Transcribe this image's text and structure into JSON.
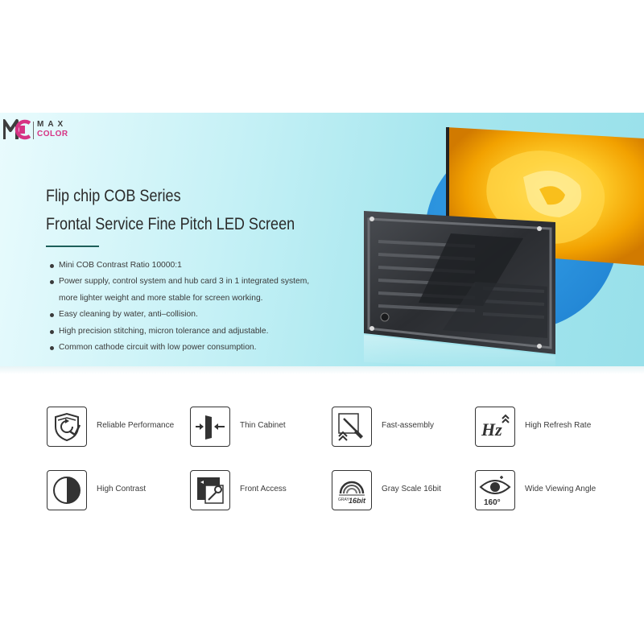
{
  "brand": {
    "mark": "MC",
    "line1": "MAX",
    "line2": "COLOR"
  },
  "hero": {
    "title_line1": "Flip chip COB Series",
    "title_line2": "Frontal Service Fine Pitch LED Screen",
    "features": [
      {
        "text": "Mini COB Contrast Ratio 10000:1"
      },
      {
        "text": "Power supply, control system and hub card 3 in 1 integrated system,",
        "cont": "more lighter weight and more stable for screen working."
      },
      {
        "text": "Easy cleaning by water, anti–collision."
      },
      {
        "text": "High precision stitching, micron tolerance and adjustable."
      },
      {
        "text": "Common cathode circuit with low power consumption."
      }
    ]
  },
  "icons": [
    {
      "name": "reliable-performance",
      "label": "Reliable Performance",
      "icon": "shield-refresh-icon"
    },
    {
      "name": "thin-cabinet",
      "label": "Thin Cabinet",
      "icon": "thin-cabinet-icon"
    },
    {
      "name": "fast-assembly",
      "label": "Fast-assembly",
      "icon": "screwdriver-icon"
    },
    {
      "name": "high-refresh-rate",
      "label": "High Refresh Rate",
      "icon": "hz-icon",
      "glyph": "Hz"
    },
    {
      "name": "high-contrast",
      "label": "High Contrast",
      "icon": "contrast-icon"
    },
    {
      "name": "front-access",
      "label": "Front Access",
      "icon": "wrench-icon"
    },
    {
      "name": "gray-scale",
      "label": "Gray Scale 16bit",
      "icon": "grayscale-icon",
      "glyph_small": "GRAY",
      "glyph_bits": "16bit"
    },
    {
      "name": "wide-viewing-angle",
      "label": "Wide Viewing Angle",
      "icon": "eye-icon",
      "glyph": "160°"
    }
  ],
  "colors": {
    "brand_pink": "#d63384",
    "brand_dark": "#3d3d3d",
    "accent_rule": "#1c5f5a",
    "hero_blue": "#1e7fd0"
  }
}
